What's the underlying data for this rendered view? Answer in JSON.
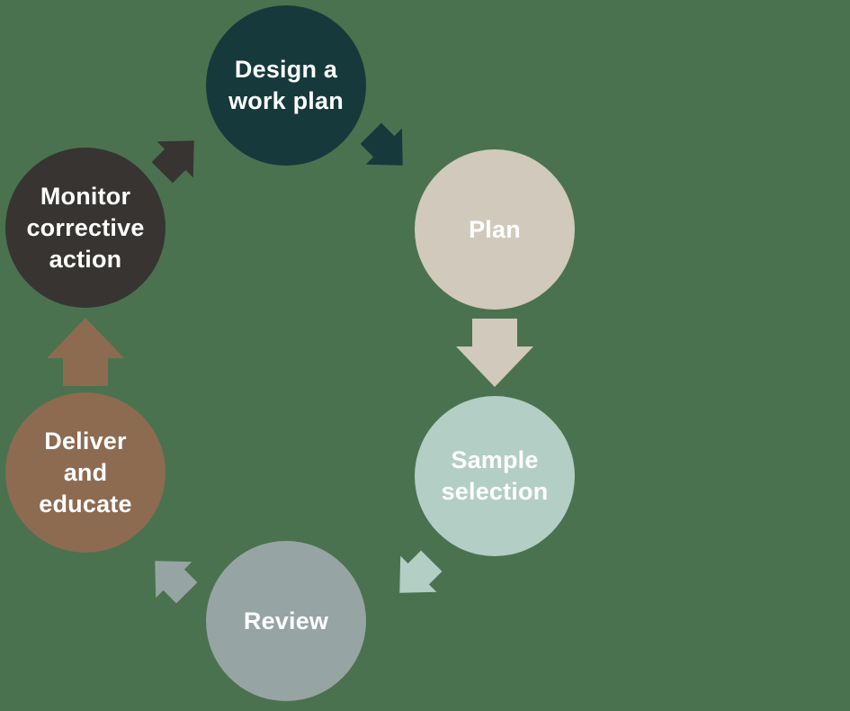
{
  "background_color": "#4A724E",
  "text_color": "#FFFFFF",
  "stages": [
    {
      "label": "Design a\nwork plan",
      "color": "#16393B"
    },
    {
      "label": "Plan",
      "color": "#D1C9BB"
    },
    {
      "label": "Sample\nselection",
      "color": "#B3CEC5"
    },
    {
      "label": "Review",
      "color": "#96A5A3"
    },
    {
      "label": "Deliver\nand\neducate",
      "color": "#8C6B51"
    },
    {
      "label": "Monitor\ncorrective\naction",
      "color": "#373431"
    }
  ],
  "arrows": [
    {
      "name": "design-to-plan",
      "direction": "down-right",
      "color": "#16393B"
    },
    {
      "name": "plan-to-sample",
      "direction": "down",
      "color": "#D1C9BB"
    },
    {
      "name": "sample-to-review",
      "direction": "down-left",
      "color": "#B3CEC5"
    },
    {
      "name": "review-to-deliver",
      "direction": "up-left",
      "color": "#96A5A3"
    },
    {
      "name": "deliver-to-monitor",
      "direction": "up",
      "color": "#8C6B51"
    },
    {
      "name": "monitor-to-design",
      "direction": "up-right",
      "color": "#373431"
    }
  ]
}
